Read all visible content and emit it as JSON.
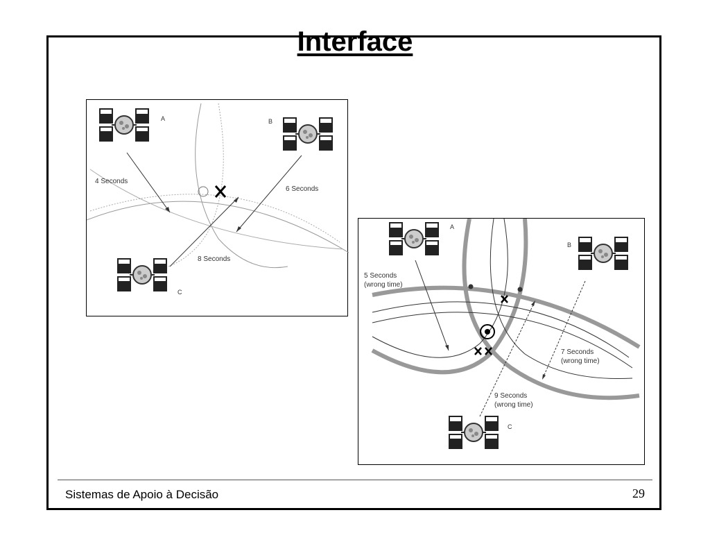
{
  "slide": {
    "title": "Interface",
    "footer_text": "Sistemas de Apoio à Decisão",
    "page_number": "29"
  },
  "figure_a": {
    "satellites": [
      "A",
      "B",
      "C"
    ],
    "labels": {
      "sat_a_time": "4 Seconds",
      "sat_b_time": "6 Seconds",
      "sat_c_time": "8 Seconds"
    },
    "markers": [
      "intersection-circle",
      "position-cross"
    ]
  },
  "figure_b": {
    "satellites": [
      "A",
      "B",
      "C"
    ],
    "labels": {
      "sat_a_time": "5 Seconds",
      "sat_a_note": "(wrong time)",
      "sat_b_time": "7 Seconds",
      "sat_b_note": "(wrong time)",
      "sat_c_time": "9 Seconds",
      "sat_c_note": "(wrong time)"
    },
    "markers": [
      "true-position-circle",
      "error-cross",
      "double-error-cross"
    ]
  }
}
